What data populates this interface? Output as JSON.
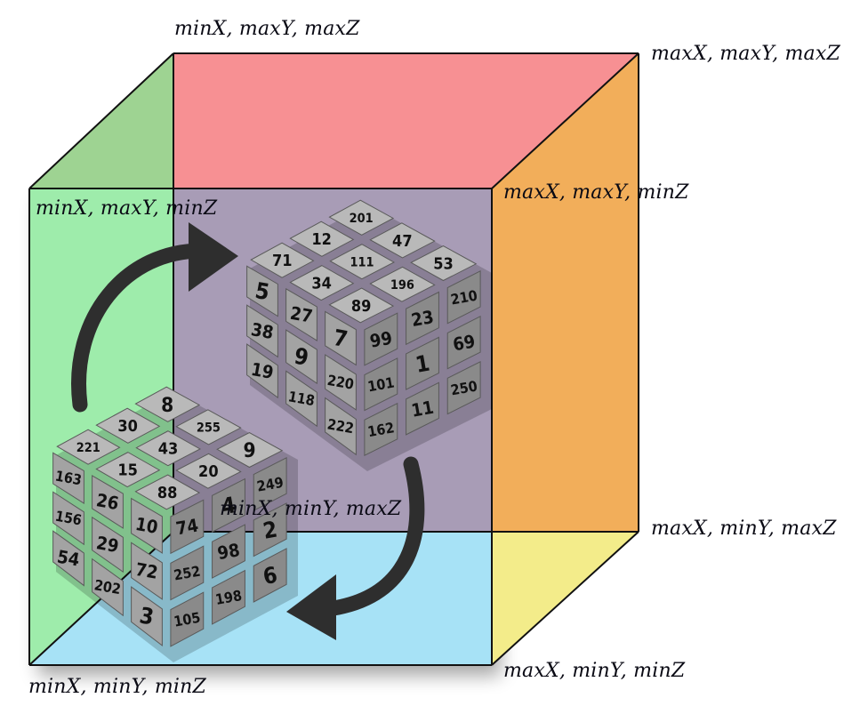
{
  "corner_labels": {
    "min_x_max_y_max_z": "minX, maxY, maxZ",
    "max_x_max_y_max_z": "maxX, maxY, maxZ",
    "min_x_max_y_min_z": "minX, maxY, minZ",
    "max_x_max_y_min_z": "maxX, maxY, minZ",
    "min_x_min_y_max_z": "minX, minY, maxZ",
    "max_x_min_y_max_z": "maxX, minY, maxZ",
    "min_x_min_y_min_z": "minX, minY, minZ",
    "max_x_min_y_min_z": "maxX, minY, minZ"
  },
  "colors": {
    "back_face": "#a89cb6",
    "top_face": "#ff8f8f",
    "left_face": "#7ee68f",
    "right_face": "#ffb24a",
    "bottom_face": "#9fdff5",
    "cube_cell": "#9a9a9a",
    "arrow": "#2e2e2e"
  },
  "number_cubes": {
    "upper": {
      "top": [
        "201",
        "47",
        "53",
        "12",
        "111",
        "196",
        "71",
        "34",
        "89"
      ],
      "left": [
        "5",
        "27",
        "7",
        "38",
        "9",
        "220",
        "19",
        "118",
        "222"
      ],
      "right": [
        "99",
        "23",
        "210",
        "101",
        "1",
        "69",
        "162",
        "11",
        "250"
      ]
    },
    "lower": {
      "top": [
        "8",
        "255",
        "9",
        "30",
        "43",
        "20",
        "221",
        "15",
        "88"
      ],
      "left": [
        "163",
        "26",
        "10",
        "156",
        "29",
        "72",
        "54",
        "202",
        "3"
      ],
      "right": [
        "74",
        "4",
        "249",
        "252",
        "98",
        "2",
        "105",
        "198",
        "6"
      ]
    }
  }
}
